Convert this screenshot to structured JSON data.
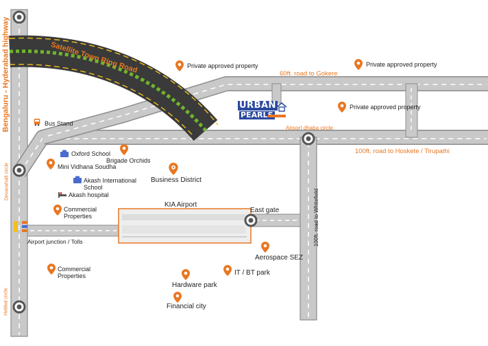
{
  "roads": {
    "highway_vertical": "Bengaluru - Hyderabad highway",
    "ring_road": "Satellite Town Ring Road",
    "road_60ft": "60ft. road to Gokere",
    "road_100ft_hoskete": "100ft. road to Hoskete / Tirupathi",
    "road_100ft_whitefield": "100ft. road to Whitefield",
    "devanahalli_circle": "Devanahalli circle",
    "hebbal_circle": "Hebbal circle",
    "airport_dhaba_circle": "Airport dhaba circle",
    "airport_junction": "Airport junction / Tolls",
    "east_gate": "East gate"
  },
  "places": {
    "bus_stand": "Bus Stand",
    "oxford_school": "Oxford School",
    "mini_vidhana_soudha": "Mini Vidhana Soudha",
    "brigade_orchids": "Brigade Orchids",
    "business_district": "Business District",
    "akash_school": "Akash International School",
    "akash_hospital": "Akash hospital",
    "commercial_1": "Commercial Properties",
    "kia_airport": "KIA Airport",
    "commercial_2": "Commercial Properties",
    "aerospace_sez": "Aerospace SEZ",
    "it_bt_park": "IT / BT park",
    "hardware_park": "Hardware park",
    "financial_city": "Financial city",
    "private_1": "Private approved property",
    "private_2": "Private approved property",
    "private_3": "Private approved property"
  },
  "logo": {
    "line1": "URBAN",
    "line2": "PEARLS"
  },
  "colors": {
    "road": "#c8c8c8",
    "road_edge": "#8c8c8c",
    "accent_orange": "#e87722",
    "ring_road_asphalt": "#3a3a3a",
    "ring_road_lane": "#f0c020",
    "logo_blue": "#2b4aa0",
    "school_icon": "#4a6ccf"
  },
  "icons": {
    "pin": "location-pin-icon",
    "school": "school-icon",
    "hospital": "hospital-bed-icon",
    "bus": "bus-icon",
    "business": "business-pin-icon"
  }
}
